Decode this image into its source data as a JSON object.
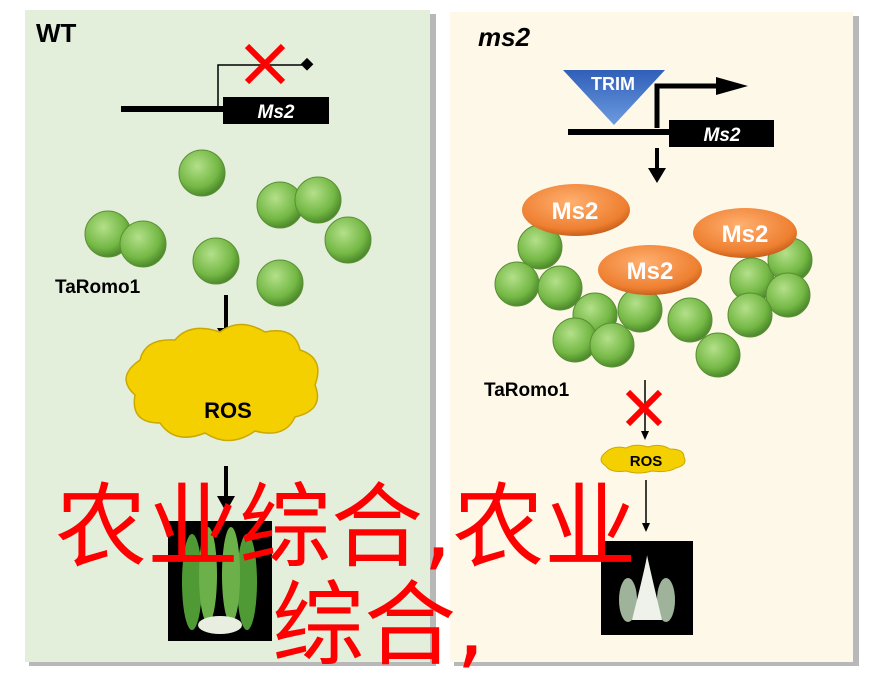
{
  "panels": {
    "wt": {
      "title": "WT",
      "gene_label": "Ms2",
      "regulator_label": "TaRomo1",
      "ros_label": "ROS",
      "background": "#e3eedb"
    },
    "mutant": {
      "title": "ms2",
      "insertion_label": "TRIM",
      "gene_label": "Ms2",
      "protein_labels": [
        "Ms2",
        "Ms2",
        "Ms2"
      ],
      "regulator_label": "TaRomo1",
      "ros_label": "ROS",
      "background": "#fdf8e8"
    }
  },
  "colors": {
    "block": "#ff0000",
    "protein": "#f08a3c",
    "sphere": "#7cbf4e",
    "ros": "#f5d000",
    "trim": "#3f6fc4"
  },
  "watermark": {
    "line1": "农业综合,农业",
    "line2": "综合,"
  }
}
